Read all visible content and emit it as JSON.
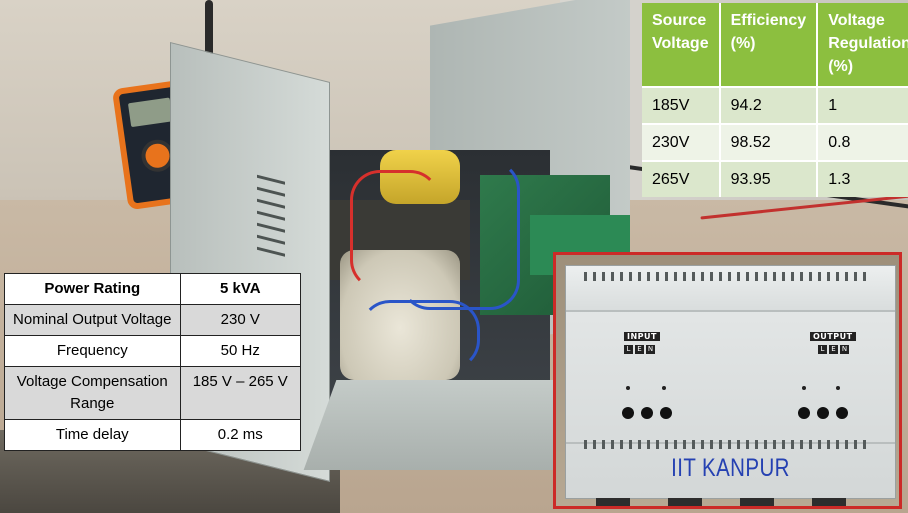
{
  "spec_table": {
    "header": {
      "parameter": "Power Rating",
      "value": "5 kVA"
    },
    "rows": [
      {
        "parameter": "Nominal Output Voltage",
        "value": "230 V"
      },
      {
        "parameter": "Frequency",
        "value": "50 Hz"
      },
      {
        "parameter": "Voltage Compensation Range",
        "value": "185 V – 265 V"
      },
      {
        "parameter": "Time delay",
        "value": "0.2 ms"
      }
    ]
  },
  "efficiency_table": {
    "headers": [
      "Source Voltage",
      "Efficiency (%)",
      "Voltage Regulation (%)"
    ],
    "rows": [
      [
        "185V",
        "94.2",
        "1"
      ],
      [
        "230V",
        "98.52",
        "0.8"
      ],
      [
        "265V",
        "93.95",
        "1.3"
      ]
    ],
    "header_color": "#8cbf3f"
  },
  "front_panel": {
    "input_label": "INPUT",
    "output_label": "OUTPUT",
    "terminal_letters": [
      "L",
      "E",
      "N"
    ],
    "brand": "IIT KANPUR",
    "brand_color": "#2541b2",
    "frame_color": "#cc2a27"
  }
}
